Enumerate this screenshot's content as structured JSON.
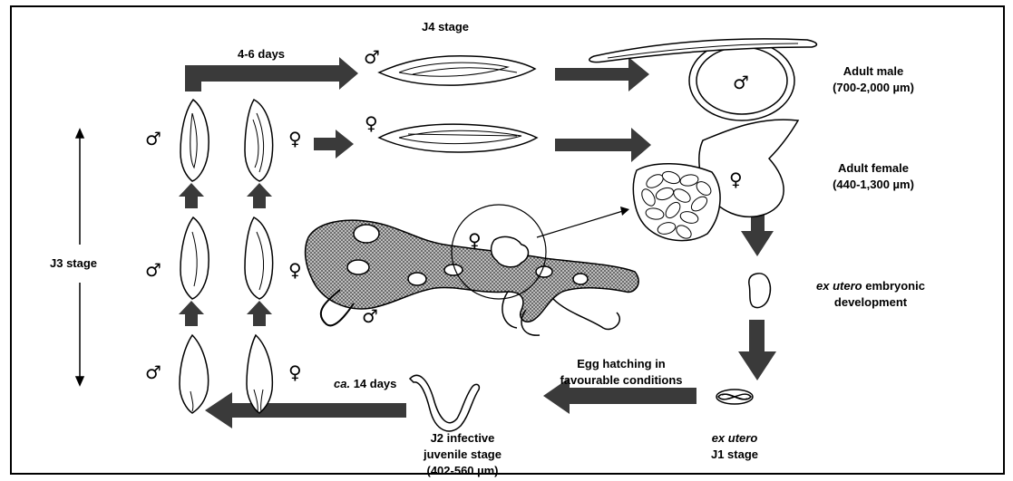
{
  "labels": {
    "j4_stage": "J4 stage",
    "days_4_6": "4-6 days",
    "adult_male_line1": "Adult male",
    "adult_male_line2": "(700-2,000 µm)",
    "adult_female_line1": "Adult female",
    "adult_female_line2": "(440-1,300 µm)",
    "j3_stage": "J3 stage",
    "ex_utero_embryo_italic": "ex utero",
    "ex_utero_embryo_rest": " embryonic",
    "ex_utero_embryo_line2": "development",
    "egg_hatching_line1": "Egg hatching in",
    "egg_hatching_line2": "favourable conditions",
    "ca_days_italic": "ca.",
    "ca_days_rest": " 14 days",
    "j2_line1": "J2 infective",
    "j2_line2": "juvenile stage",
    "j2_line3": "(402-560 µm)",
    "j1_line1": "ex utero",
    "j1_line2": "J1  stage"
  },
  "symbols": {
    "male": "♂",
    "female": "♀"
  },
  "colors": {
    "arrow": "#3a3a3a",
    "line": "#000000",
    "root_fill": "#8a8a8a",
    "background": "#ffffff"
  }
}
